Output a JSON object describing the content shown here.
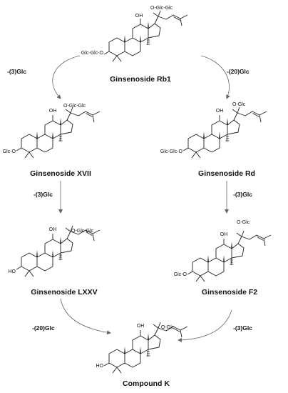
{
  "compounds": [
    {
      "id": "rb1",
      "name": "Ginsenoside Rb1",
      "c3": "Glc-Glc-O",
      "c20": "O-Glc-Glc",
      "c12": "OH"
    },
    {
      "id": "xvii",
      "name": "Ginsenoside XVII",
      "c3": "Glc-O",
      "c20": "O-Glc-Glc",
      "c12": "OH"
    },
    {
      "id": "rd",
      "name": "Ginsenoside Rd",
      "c3": "Glc-Glc-O",
      "c20": "O-Glc",
      "c12": "OH"
    },
    {
      "id": "lxxv",
      "name": "Ginsenoside LXXV",
      "c3": "HO",
      "c20": "O-Glc-Glc",
      "c12": "OH"
    },
    {
      "id": "f2",
      "name": "Ginsenoside F2",
      "c3": "Glc-O",
      "c20": "O-Glc",
      "c12": "OH"
    },
    {
      "id": "ck",
      "name": "Compound K",
      "c3": "HO",
      "c20": "O-Glc",
      "c12": "OH"
    }
  ],
  "arrows": [
    {
      "id": "rb1-xvii",
      "label": "-(3)Glc"
    },
    {
      "id": "rb1-rd",
      "label": "-(20)Glc"
    },
    {
      "id": "xvii-lxxv",
      "label": "-(3)Glc"
    },
    {
      "id": "rd-f2",
      "label": "-(3)Glc"
    },
    {
      "id": "lxxv-ck",
      "label": "-(20)Glc"
    },
    {
      "id": "f2-ck",
      "label": "-(3)Glc"
    }
  ]
}
